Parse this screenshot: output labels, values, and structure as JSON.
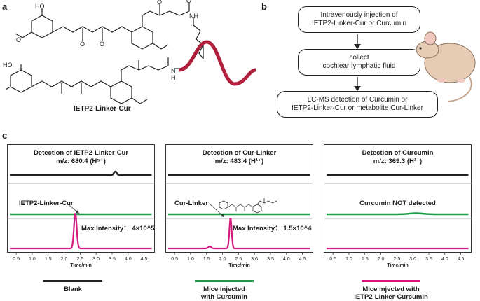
{
  "panels": {
    "a": "a",
    "b": "b",
    "c": "c"
  },
  "structure": {
    "compound_label": "IETP2-Linker-Cur",
    "nh_top": "NH",
    "nh_bottom": "H",
    "nh_bottom_n": "N",
    "o_labels": [
      "O",
      "O",
      "O",
      "O"
    ],
    "ho_top": "HO",
    "ho_bottom": "HO",
    "meo": "O",
    "peptide_color": "#b0203c"
  },
  "flow": {
    "step1": [
      "Intravenously injection of",
      "IETP2-Linker-Cur or Curcumin"
    ],
    "step2": [
      "collect",
      "cochlear lymphatic fluid"
    ],
    "step3": [
      "LC-MS detection of Curcumin or",
      "IETP2-Linker-Cur or metabolite Cur-Linker"
    ]
  },
  "chromatograms": [
    {
      "title": [
        "Detection of IETP2-Linker-Cur",
        "m/z: 680.4 (H⁵⁺)"
      ],
      "peak_label": "IETP2-Linker-Cur",
      "intensity": "Max Intensity： 4×10^5"
    },
    {
      "title": [
        "Detection of Cur-Linker",
        "m/z: 483.4 (H¹⁺)"
      ],
      "peak_label": "Cur-Linker",
      "intensity": "Max Intensity： 1.5×10^4"
    },
    {
      "title": [
        "Detection of Curcumin",
        "m/z: 369.3 (H¹⁺)"
      ],
      "peak_label": "Curcumin NOT detected",
      "intensity": ""
    }
  ],
  "x_axis": {
    "ticks": [
      "0.5",
      "1.0",
      "1.5",
      "2.0",
      "2.5",
      "3.0",
      "3.5",
      "4.0",
      "4.5"
    ],
    "label": "Time/min"
  },
  "legend": [
    {
      "label": [
        "Blank"
      ],
      "color": "#222222"
    },
    {
      "label": [
        "Mice injected",
        "with Curcumin"
      ],
      "color": "#1e9c4a"
    },
    {
      "label": [
        "Mice injected with",
        "IETP2-Linker-Curcumin"
      ],
      "color": "#d4197e"
    }
  ]
}
